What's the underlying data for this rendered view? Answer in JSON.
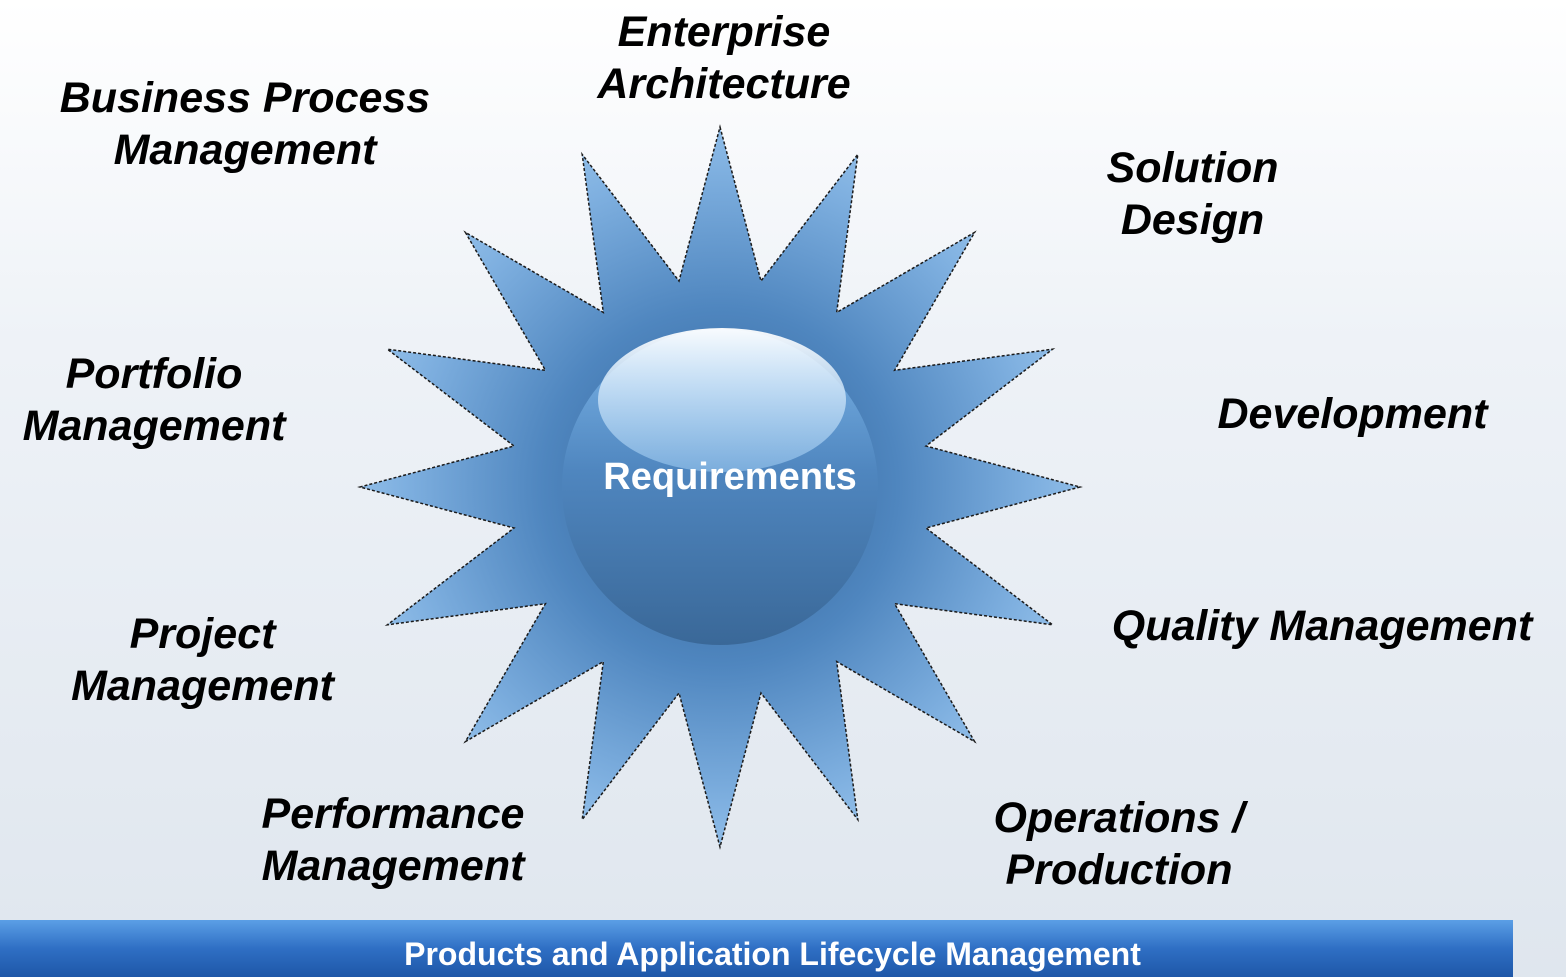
{
  "center": {
    "label": "Requirements"
  },
  "labels": {
    "enterprise_architecture": [
      "Enterprise",
      "Architecture"
    ],
    "business_process_management": [
      "Business Process",
      "Management"
    ],
    "solution_design": [
      "Solution",
      "Design"
    ],
    "portfolio_management": [
      "Portfolio",
      "Management"
    ],
    "development": [
      "Development"
    ],
    "project_management": [
      "Project",
      "Management"
    ],
    "quality_management": [
      "Quality Management"
    ],
    "performance_management": [
      "Performance",
      "Management"
    ],
    "operations_production": [
      "Operations /",
      "Production"
    ]
  },
  "footer": {
    "text": "Products and Application Lifecycle Management"
  },
  "colors": {
    "star_fill": "#4f86bf",
    "star_light": "#8fbde8",
    "sphere_dark": "#3f6f9f",
    "sphere_light": "#b8dcf8",
    "footer_blue": "#2f6fc4"
  }
}
